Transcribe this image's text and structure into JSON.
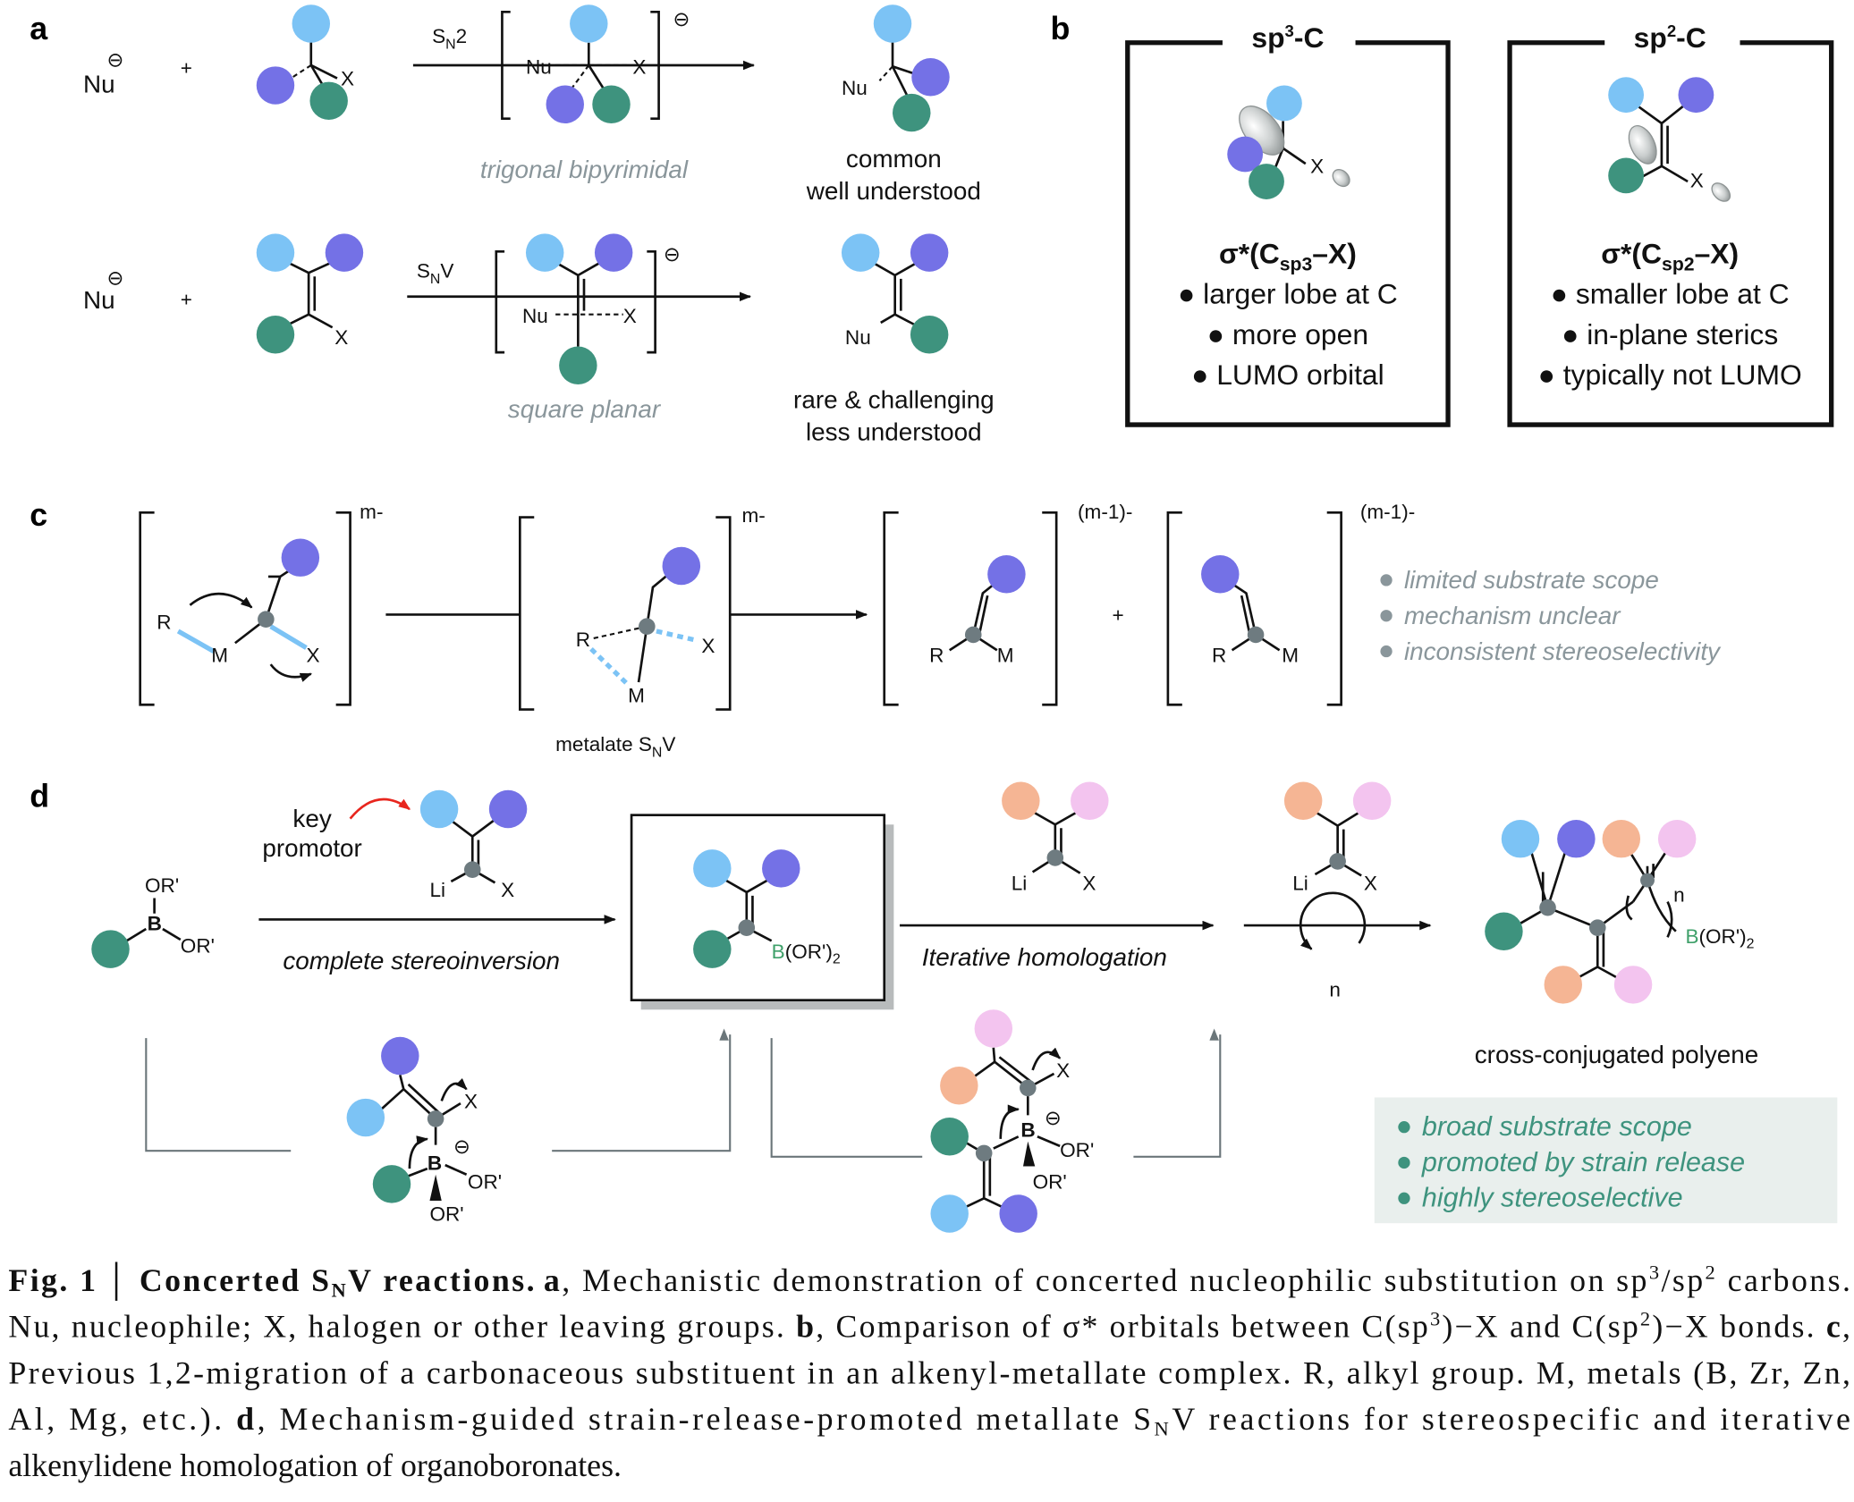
{
  "colors": {
    "light_blue": "#7cc3f5",
    "purple": "#7471e6",
    "green": "#3e937e",
    "peach": "#f5b594",
    "pink": "#f3c4ef",
    "carbon_gray": "#6e7b80",
    "boron_green": "#3fa06a",
    "promotor_red": "#e8261e",
    "panel_bg": "#e9efed"
  },
  "panel_a": {
    "label": "a",
    "nu": "Nu",
    "charge": "⊖",
    "plus": "+",
    "x": "X",
    "sn2_S": "S",
    "sn2_sub": "N",
    "sn2_rest": "2",
    "snv_S": "S",
    "snv_sub": "N",
    "snv_rest": "V",
    "ts1_caption": "trigonal bipyrimidal",
    "ts2_caption": "square planar",
    "product1_note": [
      "common",
      "well understood"
    ],
    "product2_note": [
      "rare & challenging",
      "less understood"
    ]
  },
  "panel_b": {
    "label": "b",
    "boxes": [
      {
        "title_main": "sp",
        "title_sup": "3",
        "title_rest": "-C",
        "sigma_pre": "σ*(C",
        "sigma_sub": "sp3",
        "sigma_post": "–X)",
        "bullets": [
          "larger lobe at C",
          "more open",
          "LUMO orbital"
        ],
        "x": "X"
      },
      {
        "title_main": "sp",
        "title_sup": "2",
        "title_rest": "-C",
        "sigma_pre": "σ*(C",
        "sigma_sub": "sp2",
        "sigma_post": "–X)",
        "bullets": [
          "smaller lobe at C",
          "in-plane sterics",
          "typically not LUMO"
        ],
        "x": "X"
      }
    ]
  },
  "panel_c": {
    "label": "c",
    "charge_m": "m-",
    "charge_m1": "(m-1)-",
    "r": "R",
    "m": "M",
    "x": "X",
    "plus": "+",
    "metalate_pre": "metalate S",
    "metalate_sub": "N",
    "metalate_post": "V",
    "bullets": [
      "limited substrate scope",
      "mechanism unclear",
      "inconsistent stereoselectivity"
    ]
  },
  "panel_d": {
    "label": "d",
    "or": "OR'",
    "b": "B",
    "bor2_b": "B",
    "bor2_rest": "(OR')",
    "bor2_sub": "2",
    "li": "Li",
    "x": "X",
    "n": "n",
    "charge": "⊖",
    "key_promotor": [
      "key",
      "promotor"
    ],
    "step1": "complete stereoinversion",
    "step2": "Iterative homologation",
    "product": "cross-conjugated polyene",
    "advantages": [
      "broad substrate scope",
      "promoted by strain release",
      "highly stereoselective"
    ]
  },
  "caption": {
    "l1": [
      "Fig. 1",
      "│",
      "Concerted S",
      "N",
      "V reactions.",
      "a",
      ", Mechanistic demonstration of concerted nucleophilic substitution on sp",
      "3",
      "/sp",
      "2",
      " carbons."
    ],
    "l2": [
      "Nu, nucleophile; X, halogen or other leaving groups. ",
      "b",
      ", Comparison of σ* orbitals between C(sp",
      "3",
      ")−X and C(sp",
      "2",
      ")−X bonds. ",
      "c",
      ","
    ],
    "l3": "Previous 1,2-migration of a carbonaceous substituent in an alkenyl-metallate complex. R, alkyl group. M, metals (B, Zr, Zn,",
    "l4": [
      "Al, Mg, etc.). ",
      "d",
      ", Mechanism-guided strain-release-promoted metallate S",
      "N",
      "V reactions for stereospecific and iterative"
    ],
    "l5": "alkenylidene homologation of organoboronates."
  }
}
